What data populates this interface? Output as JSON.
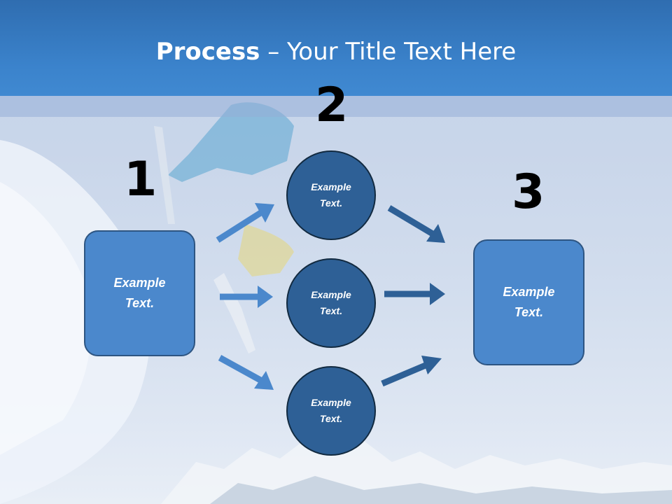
{
  "title": {
    "bold": "Process",
    "rest": " – Your Title Text Here"
  },
  "steps": {
    "one": "1",
    "two": "2",
    "three": "3"
  },
  "nodes": {
    "left_box": "Example\nText.",
    "circle_top": "Example\nText.",
    "circle_middle": "Example\nText.",
    "circle_bottom": "Example\nText.",
    "right_box": "Example\nText."
  },
  "colors": {
    "header": "#3b83cc",
    "box_fill": "#4b88cc",
    "circle_fill": "#2e6096",
    "arrow_light": "#4b88cc",
    "arrow_dark": "#2e6096"
  }
}
